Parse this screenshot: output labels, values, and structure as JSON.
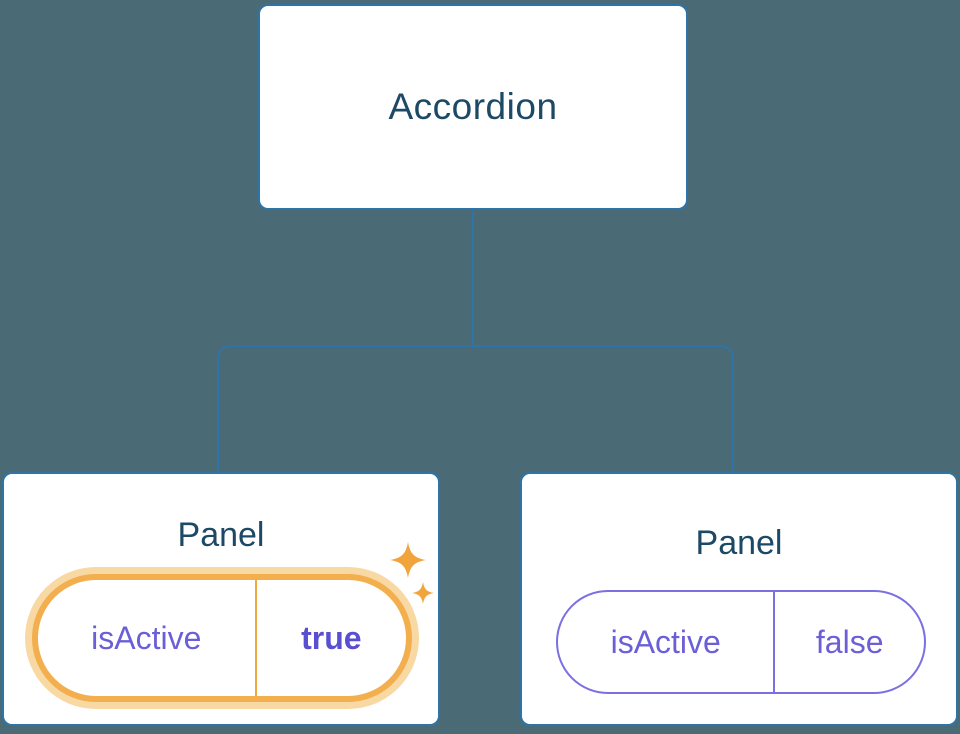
{
  "root_node": {
    "label": "Accordion"
  },
  "panels": [
    {
      "title": "Panel",
      "state_key": "isActive",
      "state_value": "true",
      "highlighted": true
    },
    {
      "title": "Panel",
      "state_key": "isActive",
      "state_value": "false",
      "highlighted": false
    }
  ],
  "icons": {
    "sparkle_large": "four-point-star",
    "sparkle_small": "four-point-star"
  },
  "colors": {
    "background": "#4a6a75",
    "node_fill": "#ffffff",
    "node_border": "#2e74a8",
    "connector": "#2e74a8",
    "title_text": "#1c4965",
    "state_text": "#6b5fd8",
    "state_value_bold": "#5b4fd1",
    "highlight_border": "#f3ae4e",
    "highlight_glow": "#f8d8a3",
    "sparkle": "#f2a43c"
  }
}
